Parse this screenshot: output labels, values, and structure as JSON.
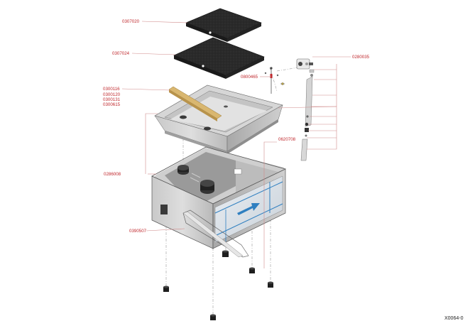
{
  "diagram_ref": "X0064-0",
  "parts": [
    {
      "id": "p_0307020",
      "label": "0307020"
    },
    {
      "id": "p_0307024",
      "label": "0307024"
    },
    {
      "id": "p_0800465",
      "label": "0800465"
    },
    {
      "id": "p_0300116",
      "label": "0300116"
    },
    {
      "id": "p_0300120",
      "label": "0300120"
    },
    {
      "id": "p_0300131",
      "label": "0300131"
    },
    {
      "id": "p_0300615",
      "label": "0300615"
    },
    {
      "id": "p_0280035",
      "label": "0280035"
    },
    {
      "id": "p_0620708",
      "label": "0620708"
    },
    {
      "id": "p_0286008",
      "label": "0286008"
    },
    {
      "id": "p_0390507",
      "label": "0390507"
    }
  ],
  "colors": {
    "label_red": "#c0282d",
    "steel": "#b8b8b8",
    "steel_dark": "#7d7d7d",
    "foam": "#2a2a2a",
    "wood": "#d9b770",
    "accent_blue": "#2f7fc0"
  }
}
